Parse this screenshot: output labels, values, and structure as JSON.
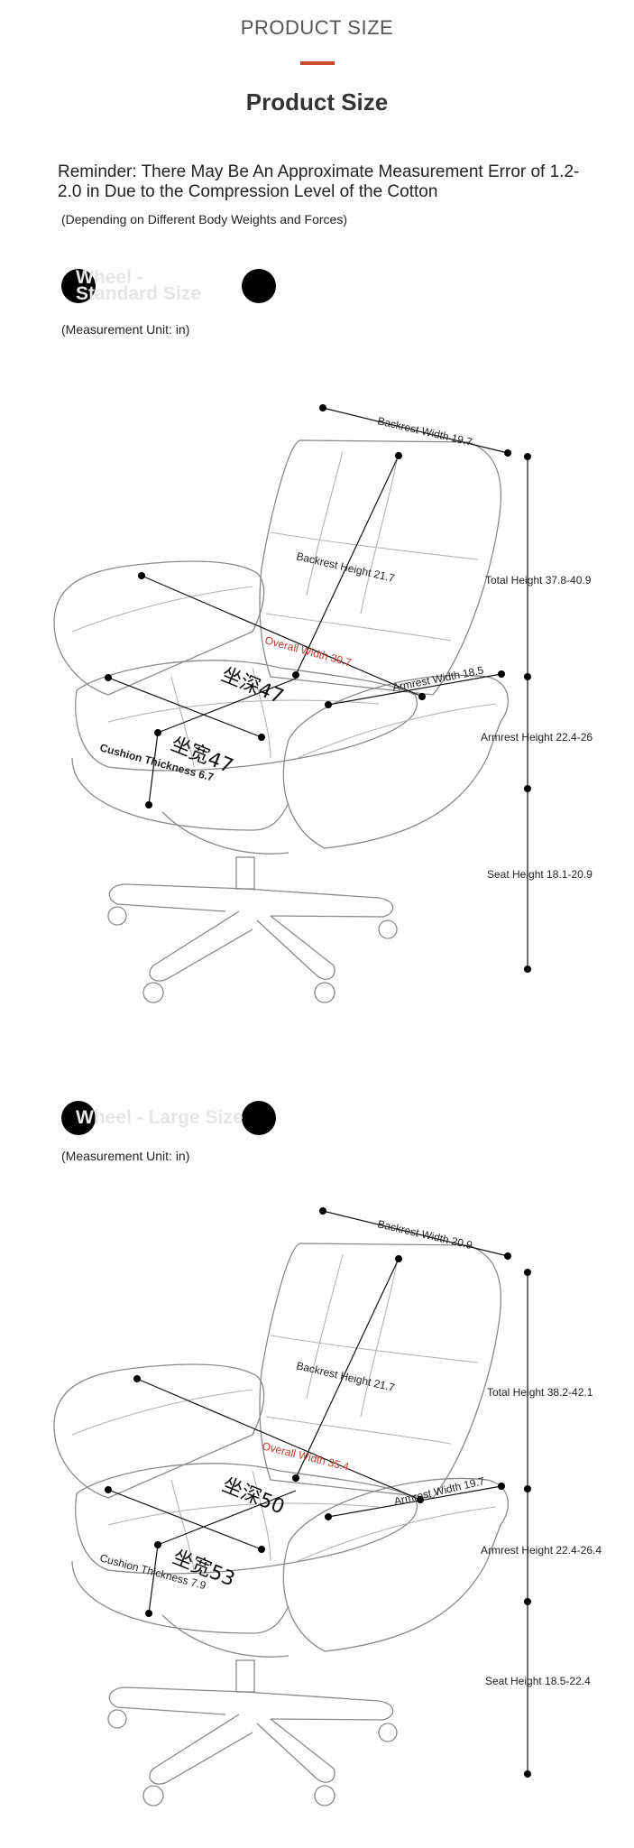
{
  "header": {
    "top_title": "PRODUCT SIZE",
    "main_title": "Product Size",
    "accent_color": "#c94a2a"
  },
  "reminder": {
    "text": "Reminder: There May Be An Approximate Measurement Error of 1.2-2.0 in Due to the Compression Level of the Cotton",
    "subtext": "(Depending on Different Body Weights and Forces)"
  },
  "sections": [
    {
      "title": "Wheel - Standard Size",
      "unit": "(Measurement Unit: in)",
      "labels": {
        "backrest_width": "Backrest Width 19.7",
        "backrest_height": "Backrest Height 21.7",
        "total_height": "Total Height 37.8-40.9",
        "overall_width": "Overall Width 30.7",
        "armrest_width": "Armrest Width 18.5",
        "armrest_height": "Armrest Height 22.4-26",
        "seat_depth": "坐深47",
        "seat_width": "坐宽47",
        "cushion_thickness": "Cushion Thickness 6.7",
        "seat_height": "Seat Height 18.1-20.9"
      }
    },
    {
      "title": "Wheel - Large Size",
      "unit": "(Measurement Unit: in)",
      "labels": {
        "backrest_width": "Backrest Width 20.9",
        "backrest_height": "Backrest Height 21.7",
        "total_height": "Total Height 38.2-42.1",
        "overall_width": "Overall Width 35.4",
        "armrest_width": "Armrest Width 19.7",
        "armrest_height": "Armrest Height 22.4-26.4",
        "seat_depth": "坐深50",
        "seat_width": "坐宽53",
        "cushion_thickness": "Cushion Thickness 7.9",
        "seat_height": "Seat Height 18.5-22.4"
      }
    }
  ]
}
